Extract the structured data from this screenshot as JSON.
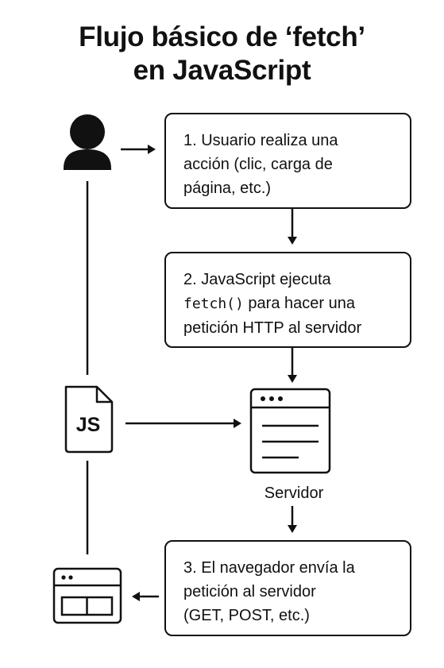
{
  "title": {
    "line1": "Flujo básico de ‘fetch’",
    "line2": "en JavaScript"
  },
  "steps": [
    {
      "lines": [
        "1. Usuario realiza una",
        "acción (clic, carga de",
        "página, etc.)"
      ]
    },
    {
      "line1": "2. JavaScript ejecuta",
      "line2_code": "fetch()",
      "line2_rest": " para hacer una",
      "line3": "petición HTTP al servidor"
    },
    {
      "lines": [
        "3. El navegador envía la",
        "petición al servidor",
        "(GET, POST, etc.)"
      ]
    }
  ],
  "server": {
    "label": "Servidor",
    "icon": "server-window-icon"
  },
  "js_file": {
    "label": "JS",
    "icon": "js-file-icon"
  },
  "user": {
    "icon": "user-icon"
  },
  "browser": {
    "icon": "browser-window-icon"
  },
  "colors": {
    "ink": "#111111",
    "background": "#ffffff"
  }
}
